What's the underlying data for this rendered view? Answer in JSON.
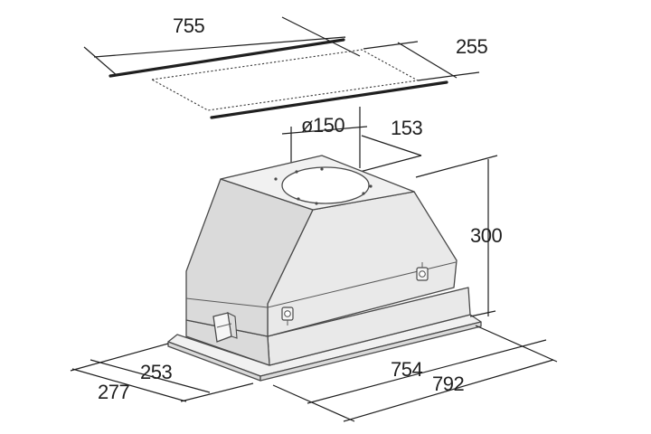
{
  "dimensions": {
    "cutout_width": "755",
    "cutout_depth": "255",
    "duct_diameter": "ø150",
    "duct_offset": "153",
    "height": "300",
    "inner_depth": "253",
    "outer_depth": "277",
    "inner_width": "754",
    "outer_width": "792"
  }
}
